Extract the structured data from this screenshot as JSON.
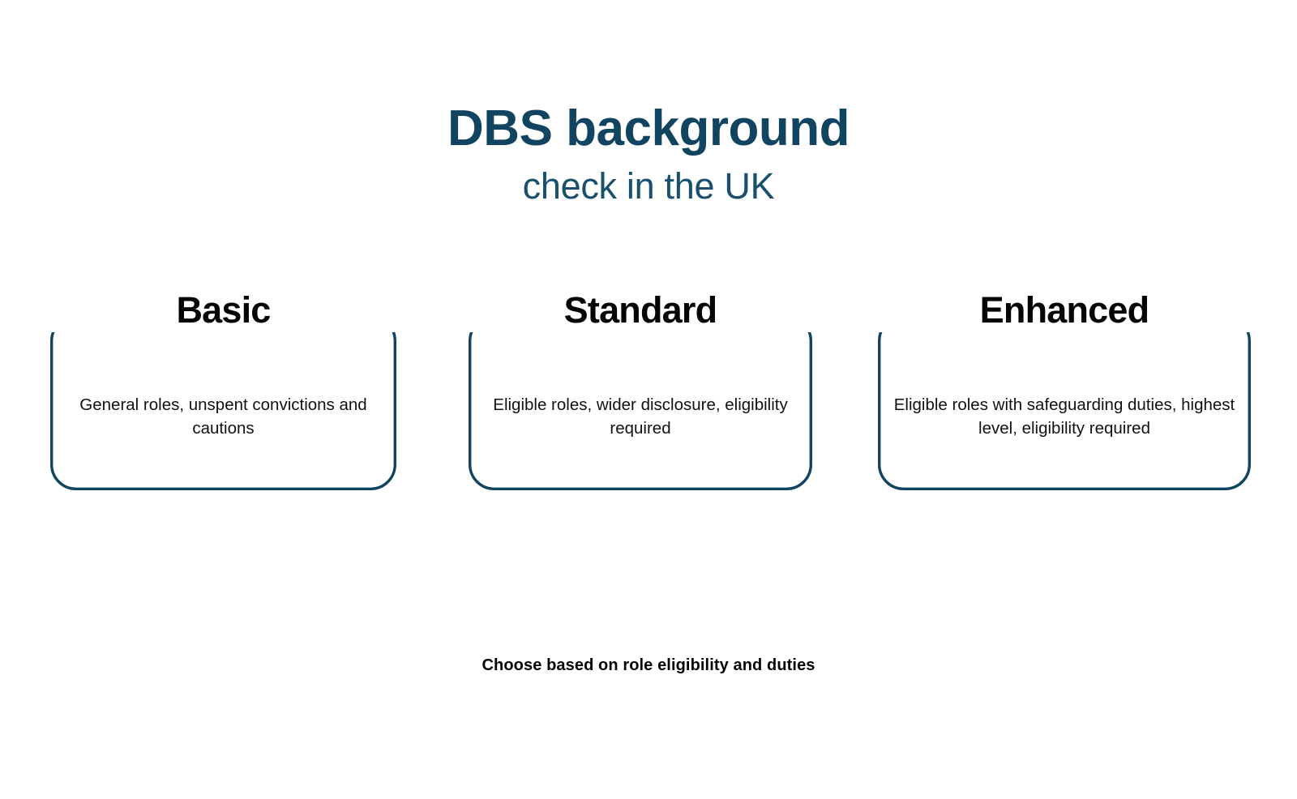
{
  "heading": {
    "title": "DBS background",
    "subtitle": "check in the UK"
  },
  "colors": {
    "accent_navy": "#114461",
    "border_navy": "#114461",
    "text_black": "#050505",
    "background": "#ffffff"
  },
  "cards": [
    {
      "id": "basic",
      "title": "Basic",
      "description": "General roles, unspent convictions and cautions"
    },
    {
      "id": "standard",
      "title": "Standard",
      "description": "Eligible roles, wider disclosure, eligibility required"
    },
    {
      "id": "enhanced",
      "title": "Enhanced",
      "description": "Eligible roles with safeguarding duties, highest level, eligibility required"
    }
  ],
  "footer": {
    "note": "Choose based on role eligibility and duties"
  }
}
